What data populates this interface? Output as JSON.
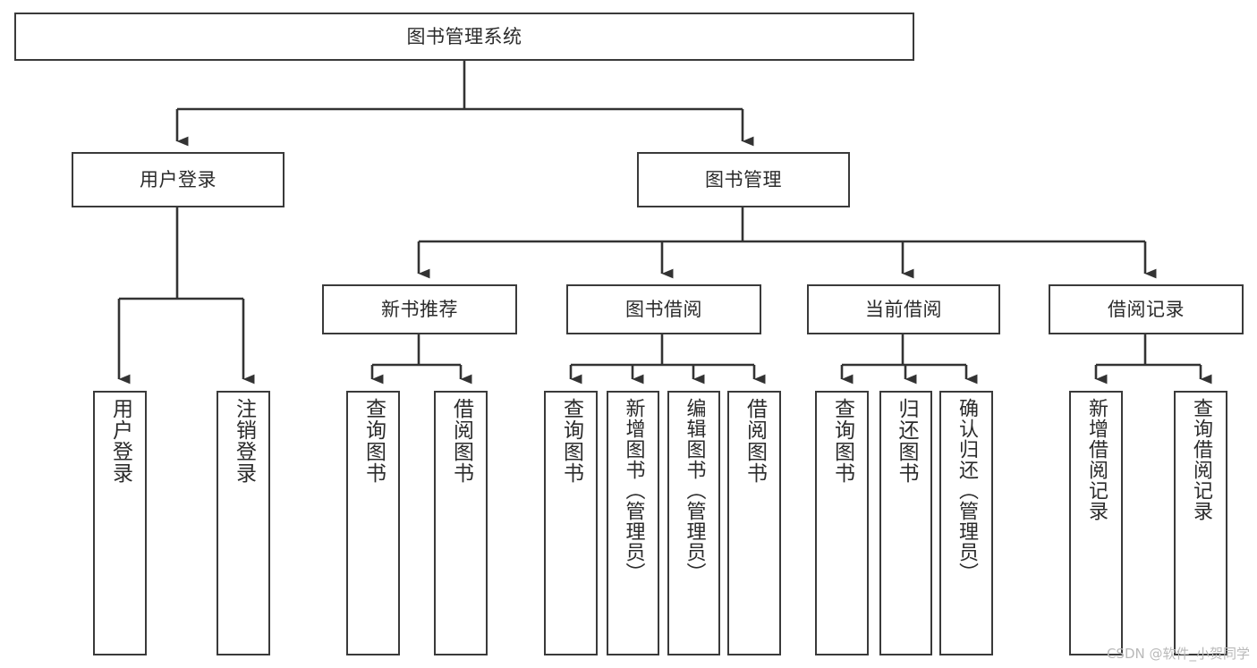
{
  "diagram": {
    "type": "tree-hierarchy",
    "title": "图书管理系统",
    "watermark": "CSDN @软件_小贺同学",
    "colors": {
      "border": "#3a3a3a",
      "text": "#2b2b2b",
      "background": "#ffffff",
      "connector": "#333333",
      "watermark": "#b9b9b9"
    },
    "nodes": {
      "root": {
        "label": "图书管理系统"
      },
      "level2": [
        {
          "id": "user-login",
          "label": "用户登录"
        },
        {
          "id": "book-manage",
          "label": "图书管理"
        }
      ],
      "level3": [
        {
          "id": "new-book-recommend",
          "label": "新书推荐"
        },
        {
          "id": "book-borrow",
          "label": "图书借阅"
        },
        {
          "id": "current-borrow",
          "label": "当前借阅"
        },
        {
          "id": "borrow-record",
          "label": "借阅记录"
        }
      ],
      "leaves": {
        "user-login": [
          {
            "id": "leaf-user-login",
            "label": "用户登录"
          },
          {
            "id": "leaf-logout-login",
            "label": "注销登录"
          }
        ],
        "new-book-recommend": [
          {
            "id": "leaf-query-book-1",
            "label": "查询图书"
          },
          {
            "id": "leaf-borrow-book-1",
            "label": "借阅图书"
          }
        ],
        "book-borrow": [
          {
            "id": "leaf-query-book-2",
            "label": "查询图书"
          },
          {
            "id": "leaf-add-book",
            "label": "新增图书（管理员）"
          },
          {
            "id": "leaf-edit-book",
            "label": "编辑图书（管理员）"
          },
          {
            "id": "leaf-borrow-book-2",
            "label": "借阅图书"
          }
        ],
        "current-borrow": [
          {
            "id": "leaf-query-book-3",
            "label": "查询图书"
          },
          {
            "id": "leaf-return-book",
            "label": "归还图书"
          },
          {
            "id": "leaf-confirm-return",
            "label": "确认归还（管理员）"
          }
        ],
        "borrow-record": [
          {
            "id": "leaf-add-record",
            "label": "新增借阅记录"
          },
          {
            "id": "leaf-query-record",
            "label": "查询借阅记录"
          }
        ]
      }
    }
  }
}
